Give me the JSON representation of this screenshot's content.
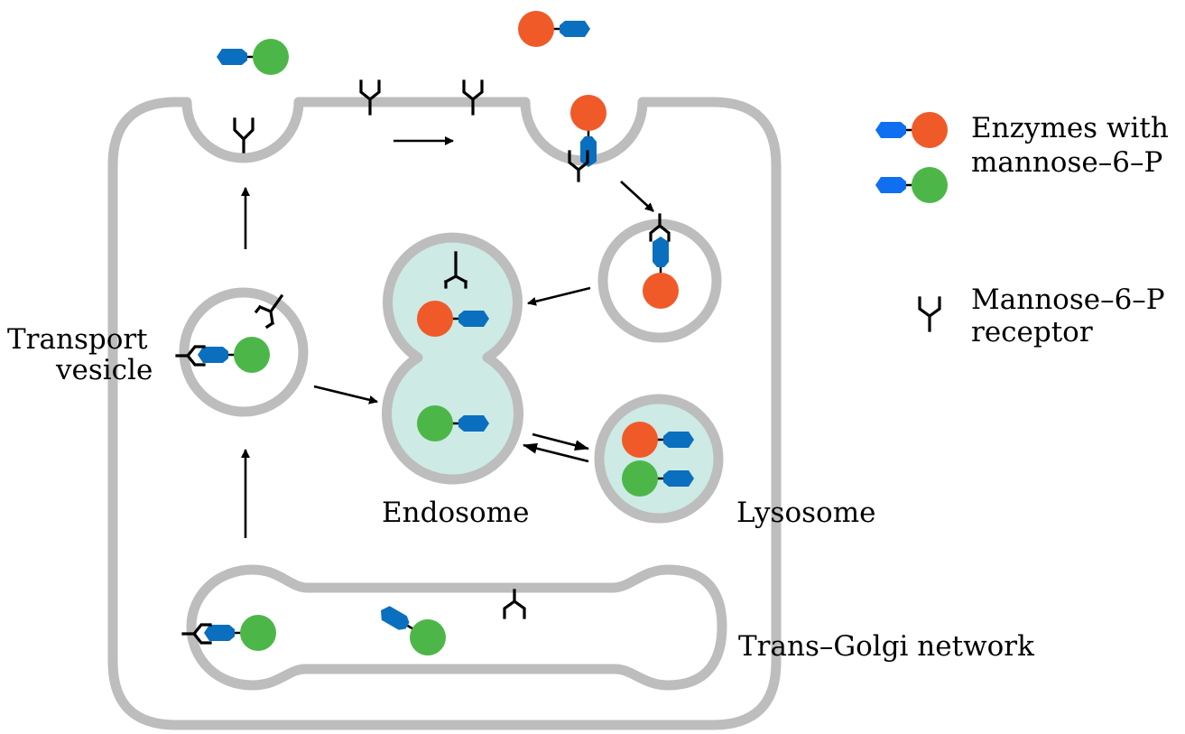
{
  "labels": {
    "transport_vesicle_1": "Transport",
    "transport_vesicle_2": "vesicle",
    "endosome": "Endosome",
    "lysosome": "Lysosome",
    "trans_golgi": "Trans–Golgi network"
  },
  "legend": {
    "enzymes_line1": "Enzymes with",
    "enzymes_line2": "mannose–6–P",
    "receptor_line1": "Mannose–6–P",
    "receptor_line2": "receptor"
  },
  "colors": {
    "membrane": "#bdbdbd",
    "organelle_fill": "#cdeae4",
    "enzyme_orange": "#f05a28",
    "enzyme_green": "#4cb748",
    "m6p_tag": "#0a6fbf",
    "m6p_tag_legend": "#0f6ff0"
  }
}
